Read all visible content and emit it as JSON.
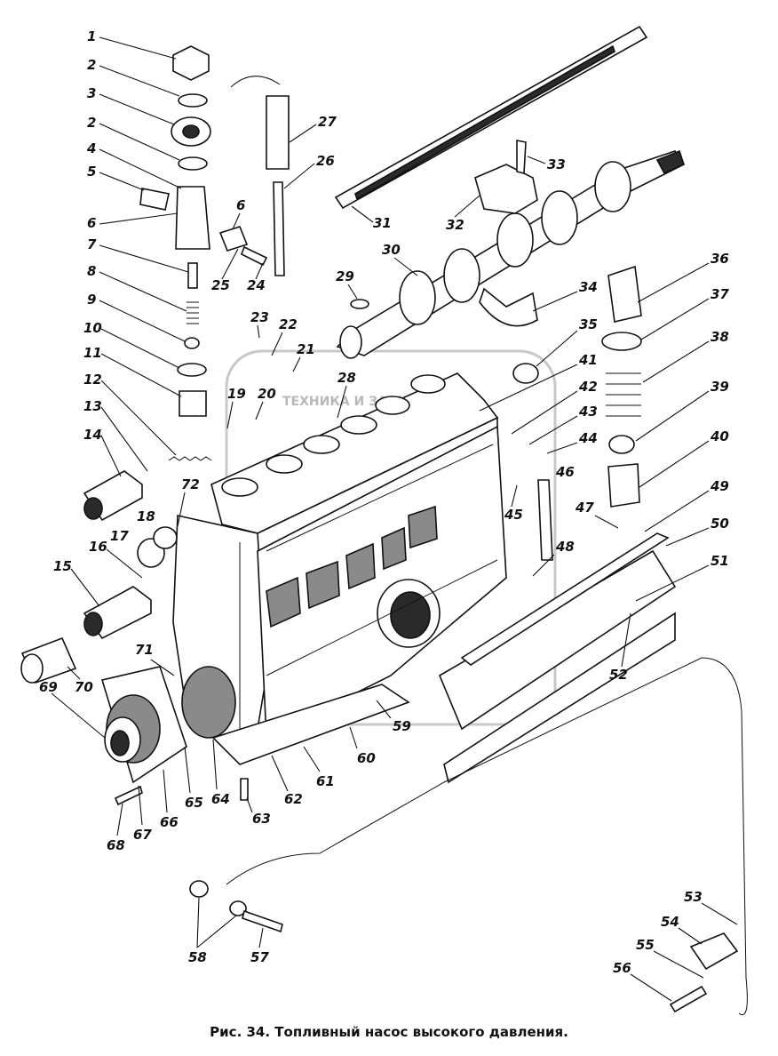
{
  "caption": "Рис. 34. Топливный насос высокого давления.",
  "watermark": "ТЕХНИКА И ЗАПЧАСТИ",
  "labels": [
    "1",
    "2",
    "3",
    "2",
    "4",
    "5",
    "6",
    "7",
    "8",
    "9",
    "10",
    "11",
    "12",
    "13",
    "14",
    "15",
    "16",
    "17",
    "18",
    "19",
    "20",
    "21",
    "22",
    "23",
    "6",
    "24",
    "25",
    "26",
    "27",
    "28",
    "29",
    "30",
    "31",
    "32",
    "33",
    "34",
    "35",
    "36",
    "37",
    "38",
    "39",
    "40",
    "41",
    "42",
    "43",
    "44",
    "45",
    "46",
    "47",
    "48",
    "49",
    "50",
    "51",
    "52",
    "53",
    "54",
    "55",
    "56",
    "57",
    "58",
    "59",
    "60",
    "61",
    "62",
    "63",
    "64",
    "65",
    "66",
    "67",
    "68",
    "69",
    "70",
    "71",
    "72"
  ]
}
